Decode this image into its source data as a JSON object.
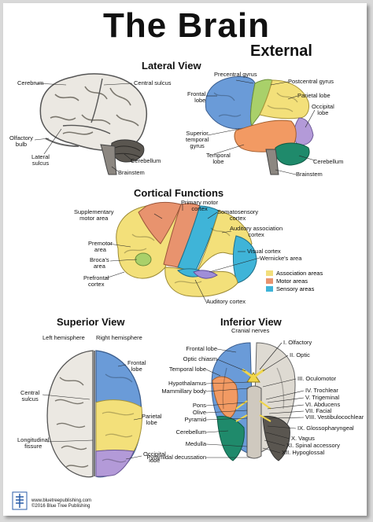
{
  "title": "The Brain",
  "subtitle": "External",
  "lateral": {
    "heading": "Lateral View",
    "left": {
      "cerebrum": "Cerebrum",
      "central_sulcus": "Central sulcus",
      "olfactory_bulb": "Olfactory\nbulb",
      "lateral_sulcus": "Lateral\nsulcus",
      "cerebellum": "Cerebellum",
      "brainstem": "Brainstem"
    },
    "right": {
      "precentral": "Precentral gyrus",
      "postcentral": "Postcentral gyrus",
      "frontal": "Frontal\nlobe",
      "parietal": "Parietal lobe",
      "occipital": "Occipital\nlobe",
      "superior_temporal": "Superior\ntemporal\ngyrus",
      "temporal": "Temporal\nlobe",
      "cerebellum": "Cerebellum",
      "brainstem": "Brainstem"
    }
  },
  "cortical": {
    "heading": "Cortical Functions",
    "labels": {
      "primary_motor": "Primary motor\ncortex",
      "supplementary": "Supplementary\nmotor area",
      "somatosensory": "Somatosensory\ncortex",
      "auditory_assoc": "Auditory association\ncortex",
      "premotor": "Premotor\narea",
      "visual": "Visual cortex",
      "brocas": "Broca's\narea",
      "wernickes": "Wernicke's area",
      "prefrontal": "Prefrontal\ncortex",
      "auditory": "Auditory cortex"
    },
    "legend": [
      {
        "label": "Association areas",
        "color": "#f2de7c"
      },
      {
        "label": "Motor areas",
        "color": "#e8936e"
      },
      {
        "label": "Sensory areas",
        "color": "#3fb4d8"
      }
    ]
  },
  "superior": {
    "heading": "Superior View",
    "left_hem": "Left hemisphere",
    "right_hem": "Right hemisphere",
    "frontal": "Frontal\nlobe",
    "central_sulcus": "Central\nsulcus",
    "parietal": "Parietal\nlobe",
    "longitudinal": "Longitudinal\nfissure",
    "occipital": "Occipital\nlobe"
  },
  "inferior": {
    "heading": "Inferior  View",
    "cranial": "Cranial nerves",
    "left": {
      "frontal": "Frontal lobe",
      "optic_chiasm": "Optic chiasm",
      "temporal": "Temporal lobe",
      "hypothalamus": "Hypothalamus",
      "mammillary": "Mammillary body",
      "pons": "Pons",
      "olive": "Olive",
      "pyramid": "Pyramid",
      "cerebellum": "Cerebellum",
      "medulla": "Medulla",
      "decussation": "Pyramidal decussation"
    },
    "nerves": [
      "I. Olfactory",
      "II. Optic",
      "III. Oculomotor",
      "IV. Trochlear",
      "V. Trigeminal",
      "VI. Abducens",
      "VII. Facial",
      "VIII. Vestibulocochlear",
      "IX. Glossopharyngeal",
      "X. Vagus",
      "XI. Spinal accessory",
      "XII. Hypoglossal"
    ]
  },
  "footer": {
    "url": "www.bluetreepublishing.com",
    "copyright": "©2016 Blue Tree Publishing"
  },
  "colors": {
    "frontal": "#6a9bd8",
    "parietal": "#f3e07a",
    "temporal": "#f29a63",
    "occipital": "#b39ad8",
    "cerebellum": "#1f8a6b",
    "green": "#a9d06a",
    "gray_brain": "#e9e6e0"
  }
}
